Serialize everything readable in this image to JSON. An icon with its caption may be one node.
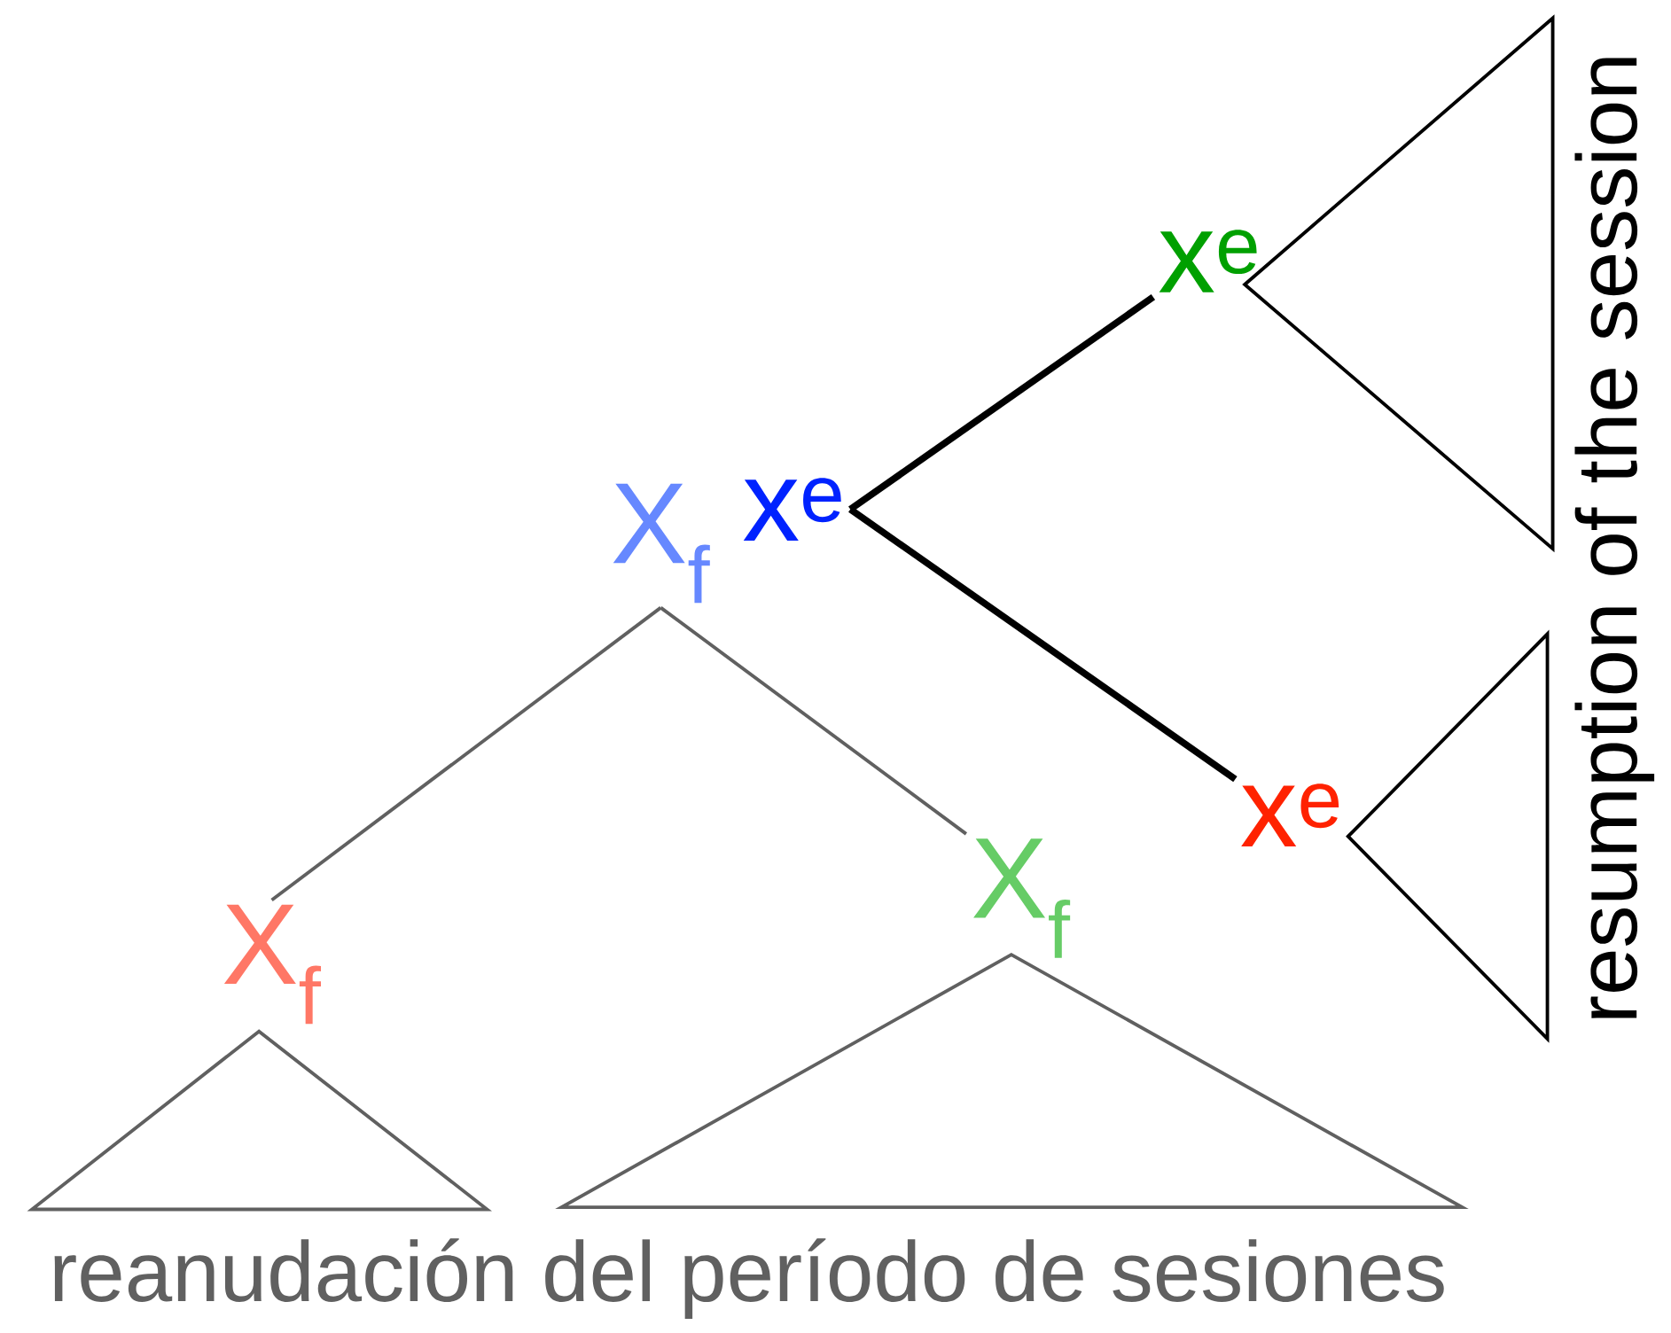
{
  "diagram": {
    "nodes": [
      {
        "text": [
          "X$_{f}$"
        ]
      },
      {
        "text": [
          "x$^{e}$"
        ]
      },
      {
        "text": [
          "x$^{e}$"
        ]
      },
      {
        "text": [],
        "shape": "triangle"
      },
      {
        "text": [
          "x$^{e}$"
        ]
      },
      {
        "text": [],
        "shape": "triangle"
      },
      {
        "text": [
          "X$_{f}$"
        ]
      },
      {
        "text": [
          "X$_{f}$"
        ]
      },
      {
        "text": [],
        "shape": "triangle"
      },
      {
        "text": [],
        "shape": "triangle"
      }
    ],
    "edges": [
      {
        "from": 0,
        "to": 6,
        "arrow": "none",
        "color": "#606060"
      },
      {
        "from": 0,
        "to": 7,
        "arrow": "none",
        "color": "#606060"
      },
      {
        "from": 1,
        "to": 2,
        "arrow": "none",
        "style": "thick",
        "color": "#000000"
      },
      {
        "from": 1,
        "to": 4,
        "arrow": "none",
        "style": "thick",
        "color": "#000000"
      }
    ],
    "labels": [
      "resumption of the session",
      "reanudación del período de sesiones"
    ]
  }
}
